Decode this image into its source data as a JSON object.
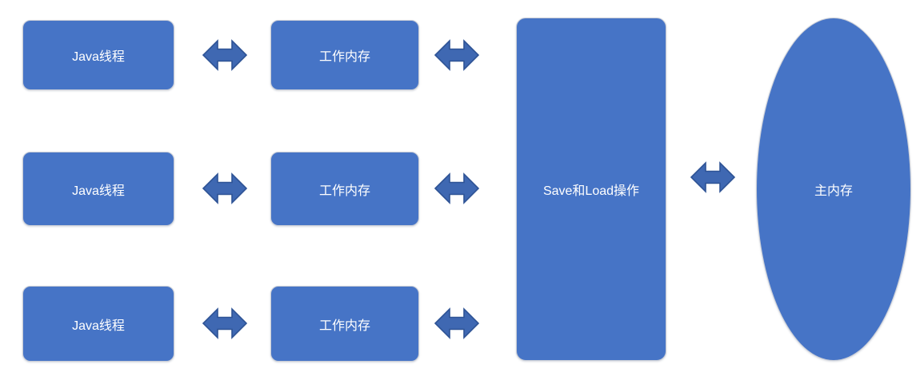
{
  "diagram": {
    "description": "Java memory model diagram: Java threads connect to working memories, which connect through Save/Load operations to main memory",
    "background_color": "#ffffff",
    "shape_fill_color": "#4674C6",
    "shape_border_color": "#c9cdd6",
    "arrow_fill_color": "#3F68B2",
    "arrow_outline_color": "#2E5395",
    "label_color": "#ffffff",
    "rows": [
      {
        "thread": "Java线程",
        "memory": "工作内存"
      },
      {
        "thread": "Java线程",
        "memory": "工作内存"
      },
      {
        "thread": "Java线程",
        "memory": "工作内存"
      }
    ],
    "save_load": {
      "label": "Save和Load操作"
    },
    "main_memory": {
      "label": "主内存"
    },
    "icons": {
      "double_arrow": "double-headed-horizontal-arrow"
    }
  }
}
